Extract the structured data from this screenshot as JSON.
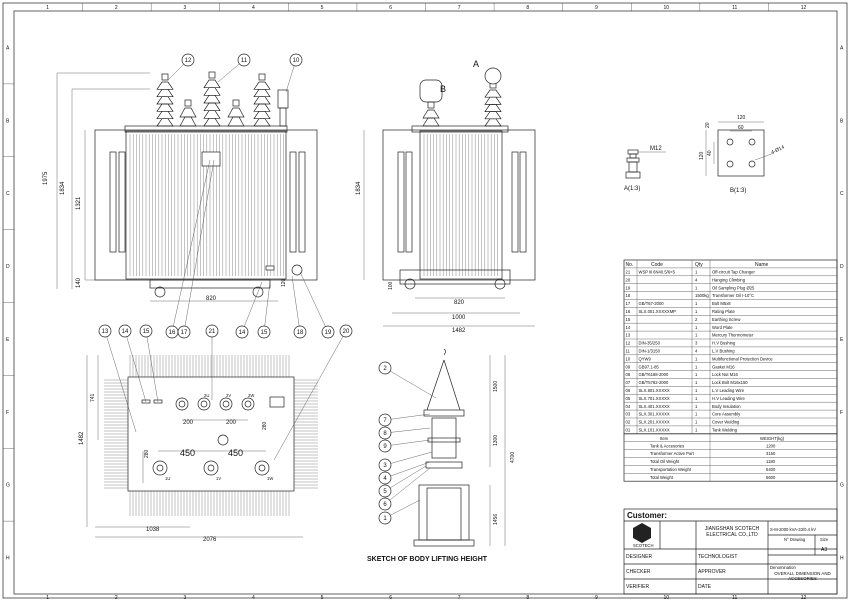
{
  "frame": {
    "col_labels": [
      "1",
      "2",
      "3",
      "4",
      "5",
      "6",
      "7",
      "8",
      "9",
      "10",
      "11",
      "12"
    ],
    "row_labels": [
      "A",
      "B",
      "C",
      "D",
      "E",
      "F",
      "G",
      "H"
    ]
  },
  "front_view": {
    "dims": {
      "height_total": "1975",
      "height_tank": "1834",
      "height_body": "1321",
      "base": "140",
      "width": "820",
      "oil_gap": "120"
    },
    "balloons": [
      "12",
      "11",
      "10",
      "16",
      "17",
      "14",
      "15",
      "18",
      "19"
    ]
  },
  "side_view": {
    "dims": {
      "height": "1834",
      "base": "100",
      "inner": "820",
      "wheel_base": "1000",
      "overall": "1482"
    },
    "markers": [
      "A",
      "B"
    ]
  },
  "detail_a": {
    "label": "A(1:3)",
    "thread": "M12"
  },
  "detail_b": {
    "label": "B(1:3)",
    "dims": [
      "120",
      "60",
      "20",
      "40",
      "120",
      "4-Ø14"
    ]
  },
  "top_view": {
    "dims": {
      "d741": "741",
      "d1482": "1482",
      "d280a": "280",
      "d280b": "280",
      "d200a": "200",
      "d200b": "200",
      "d450a": "450",
      "d450b": "450",
      "d1038": "1038",
      "d2076": "2076"
    },
    "balloons": [
      "13",
      "14",
      "15",
      "21",
      "20"
    ],
    "terminals_hv": [
      "2U",
      "2V",
      "2W"
    ],
    "terminals_lv": [
      "1U",
      "1V",
      "1W"
    ]
  },
  "lifting_sketch": {
    "title": "SKETCH OF BODY LIFTING HEIGHT",
    "dims": [
      "1500",
      "1300",
      "4700",
      "1456"
    ],
    "balloons": [
      "2",
      "7",
      "8",
      "9",
      "3",
      "4",
      "5",
      "6",
      "1"
    ]
  },
  "parts_table": {
    "headers": [
      "No.",
      "Code",
      "Qty",
      "Name"
    ],
    "rows": [
      [
        "21",
        "WSP Ⅲ 6N40.5/6×5",
        "1",
        "Off-circuit Tap Changer"
      ],
      [
        "20",
        "",
        "4",
        "Hanging  Climbing"
      ],
      [
        "19",
        "",
        "1",
        "Oil Sampling Plug Ø25"
      ],
      [
        "18",
        "",
        "1500kg",
        "Transformer Oil  I-10°C"
      ],
      [
        "17",
        "GB/T67-2000",
        "1",
        "Bolt    M5x8"
      ],
      [
        "16",
        "SLX.001.XXXXXMP",
        "1",
        "Rating Plate"
      ],
      [
        "15",
        "",
        "2",
        "Earthing Screw"
      ],
      [
        "14",
        "",
        "1",
        "Word Plate"
      ],
      [
        "13",
        "",
        "1",
        "Mercury Thermometer"
      ],
      [
        "12",
        "DIN-35/250",
        "3",
        "H.V Bushing"
      ],
      [
        "11",
        "DIN-1/3150",
        "4",
        "L.V Bushing"
      ],
      [
        "10",
        "QYW9",
        "1",
        "Multifunctional Protection Device"
      ],
      [
        "09",
        "GB97.1-85",
        "1",
        "Gasket    M16"
      ],
      [
        "08",
        "GB/T6188-2000",
        "1",
        "Lock Nut   M16"
      ],
      [
        "07",
        "GB/T5782-2000",
        "1",
        "Lock Bolt M16x150"
      ],
      [
        "06",
        "SLX.801.XXXXX",
        "1",
        "L.V Leading Wire"
      ],
      [
        "05",
        "SLX.701.XXXXX",
        "1",
        "H.V Leading Wire"
      ],
      [
        "04",
        "SLX.401.XXXXX",
        "1",
        "Body Insulation"
      ],
      [
        "03",
        "SLX.301.XXXXX",
        "1",
        "Core Assembly"
      ],
      [
        "02",
        "SLX.201.XXXXX",
        "1",
        "Cover Welding"
      ],
      [
        "01",
        "SLX.101.XXXXX",
        "1",
        "Tank Welding"
      ]
    ],
    "weight_header": [
      "Item",
      "WEIGHT(kg)"
    ],
    "weight_rows": [
      [
        "Tank & Accesories",
        "1200"
      ],
      [
        "Transformer Active Part",
        "3150"
      ],
      [
        "Total Oil Weight",
        "1180"
      ],
      [
        "Transportation Weight",
        "5400"
      ],
      [
        "Total Weight",
        "5600"
      ]
    ]
  },
  "title_block": {
    "customer_label": "Customer:",
    "company": "JIANGSHAN SCOTECH ELECTRICAL CO.,LTD",
    "model": "S-M-2000 kVA-33/0.4 kV",
    "drawing_no_label": "N° Drawing",
    "size_label": "Size",
    "size_value": "A3",
    "designer": "DESIGNER",
    "technologist": "TECHNOLOGIST",
    "checker": "CHECKER",
    "approver": "APPROVER",
    "verifier": "VERIFIER",
    "date": "DATE",
    "denomination_label": "Denomination",
    "denomination": "OVERALL DIMENSION AND ACCESORIES",
    "logo_text": "SCOTECH"
  }
}
